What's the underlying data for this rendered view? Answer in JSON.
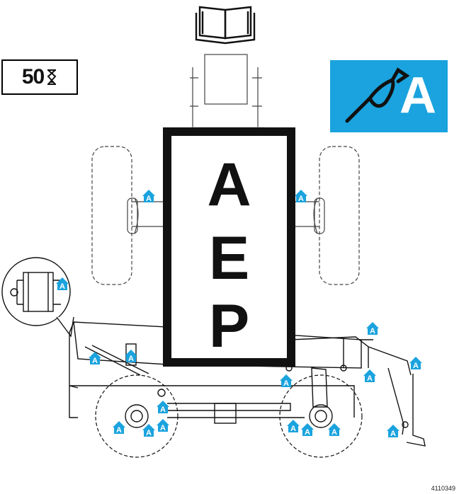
{
  "interval": {
    "hours": "50"
  },
  "grease_label": {
    "letter": "A"
  },
  "legend": {
    "line1": "A",
    "line2": "E",
    "line3": "P"
  },
  "marker_letter": "A",
  "reference_code": "4110349",
  "colors": {
    "accent": "#1aa3de",
    "line": "#111111",
    "faint": "#bbbbbb"
  },
  "icons": [
    "manual-book-icon",
    "hourglass-icon",
    "grease-gun-icon",
    "lubrication-point-marker-icon"
  ]
}
